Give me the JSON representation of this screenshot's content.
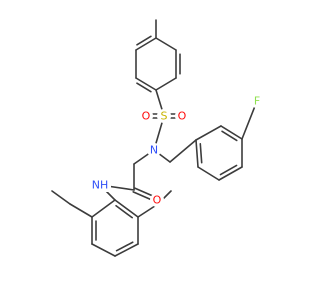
{
  "atoms": {
    "S": {
      "text": "S",
      "color": "#c8b400"
    },
    "O1": {
      "text": "O",
      "color": "#ff0d0d"
    },
    "O2": {
      "text": "O",
      "color": "#ff0d0d"
    },
    "N": {
      "text": "N",
      "color": "#3050f8"
    },
    "F": {
      "text": "F",
      "color": "#90e050"
    },
    "NH": {
      "text": "NH",
      "color": "#3050f8"
    },
    "O3": {
      "text": "O",
      "color": "#ff0d0d"
    }
  },
  "colors": {
    "bond": "#3c3c3c",
    "background": "#ffffff"
  }
}
